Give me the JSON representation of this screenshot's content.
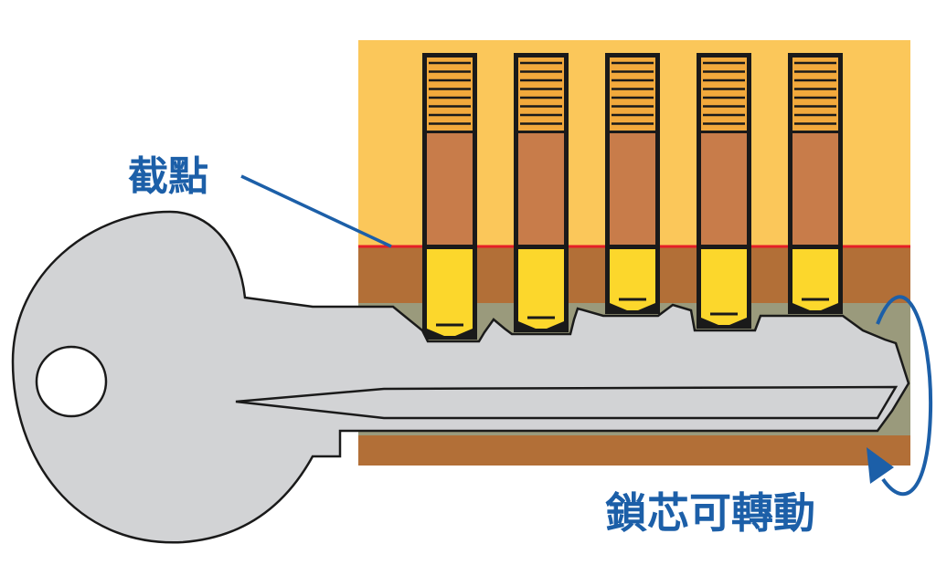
{
  "labels": {
    "shear_line": "截點",
    "plug_rotates": "鎖芯可轉動"
  },
  "colors": {
    "housing": "#fbc75a",
    "plug": "#b26f37",
    "plug_shadow": "#9a9a7c",
    "driver_pin": "#c87c4a",
    "key_pin": "#fcd72c",
    "spring": "#f2a93c",
    "key": "#d2d3d5",
    "shear_line": "#e51e26",
    "annotation": "#1c5fa8",
    "outline": "#1a1a1a"
  },
  "pins": [
    {
      "name": "pin-1"
    },
    {
      "name": "pin-2"
    },
    {
      "name": "pin-3"
    },
    {
      "name": "pin-4"
    },
    {
      "name": "pin-5"
    }
  ]
}
